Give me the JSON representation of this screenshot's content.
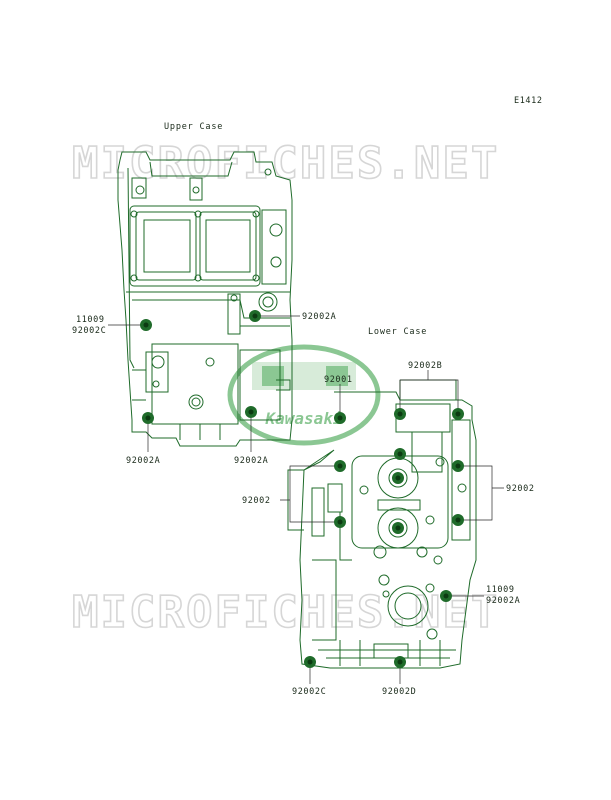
{
  "diagram_id": "E1412",
  "titles": {
    "upper": "Upper Case",
    "lower": "Lower Case"
  },
  "watermark": {
    "text": "MICROFICHES.NET",
    "color": "#d6d6d6"
  },
  "logo": {
    "text": "Kawasaki",
    "color": "#2e9a3c"
  },
  "line_color": "#1f6b2a",
  "labels": {
    "u_11009": "11009",
    "u_92002c": "92002C",
    "u_92002a_right": "92002A",
    "u_92002a_bl": "92002A",
    "u_92002a_br": "92002A",
    "l_92001": "92001",
    "l_92002b": "92002B",
    "l_92002_right": "92002",
    "l_92002_left": "92002",
    "l_11009": "11009",
    "l_92002a": "92002A",
    "l_92002c": "92002C",
    "l_92002d": "92002D"
  }
}
